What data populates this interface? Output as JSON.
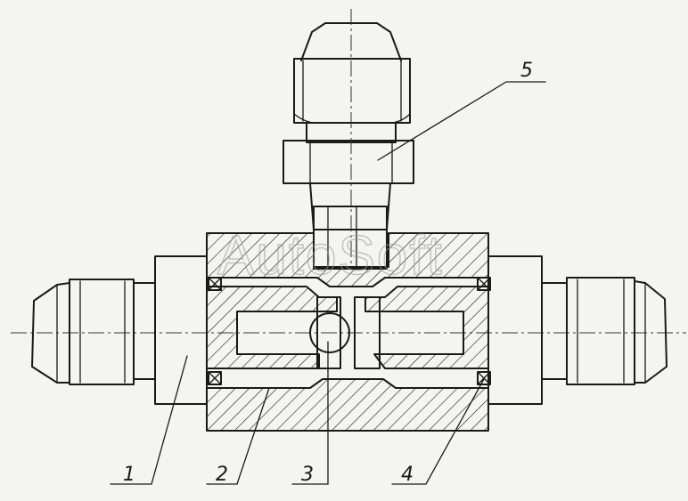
{
  "watermark": "AutoSoft",
  "callouts": [
    {
      "id": "1",
      "label": "1"
    },
    {
      "id": "2",
      "label": "2"
    },
    {
      "id": "3",
      "label": "3"
    },
    {
      "id": "4",
      "label": "4"
    },
    {
      "id": "5",
      "label": "5"
    }
  ],
  "colors": {
    "ink": "#1a1a1a",
    "paper": "#f4f4f2",
    "watermark": "#9a9a9a"
  }
}
